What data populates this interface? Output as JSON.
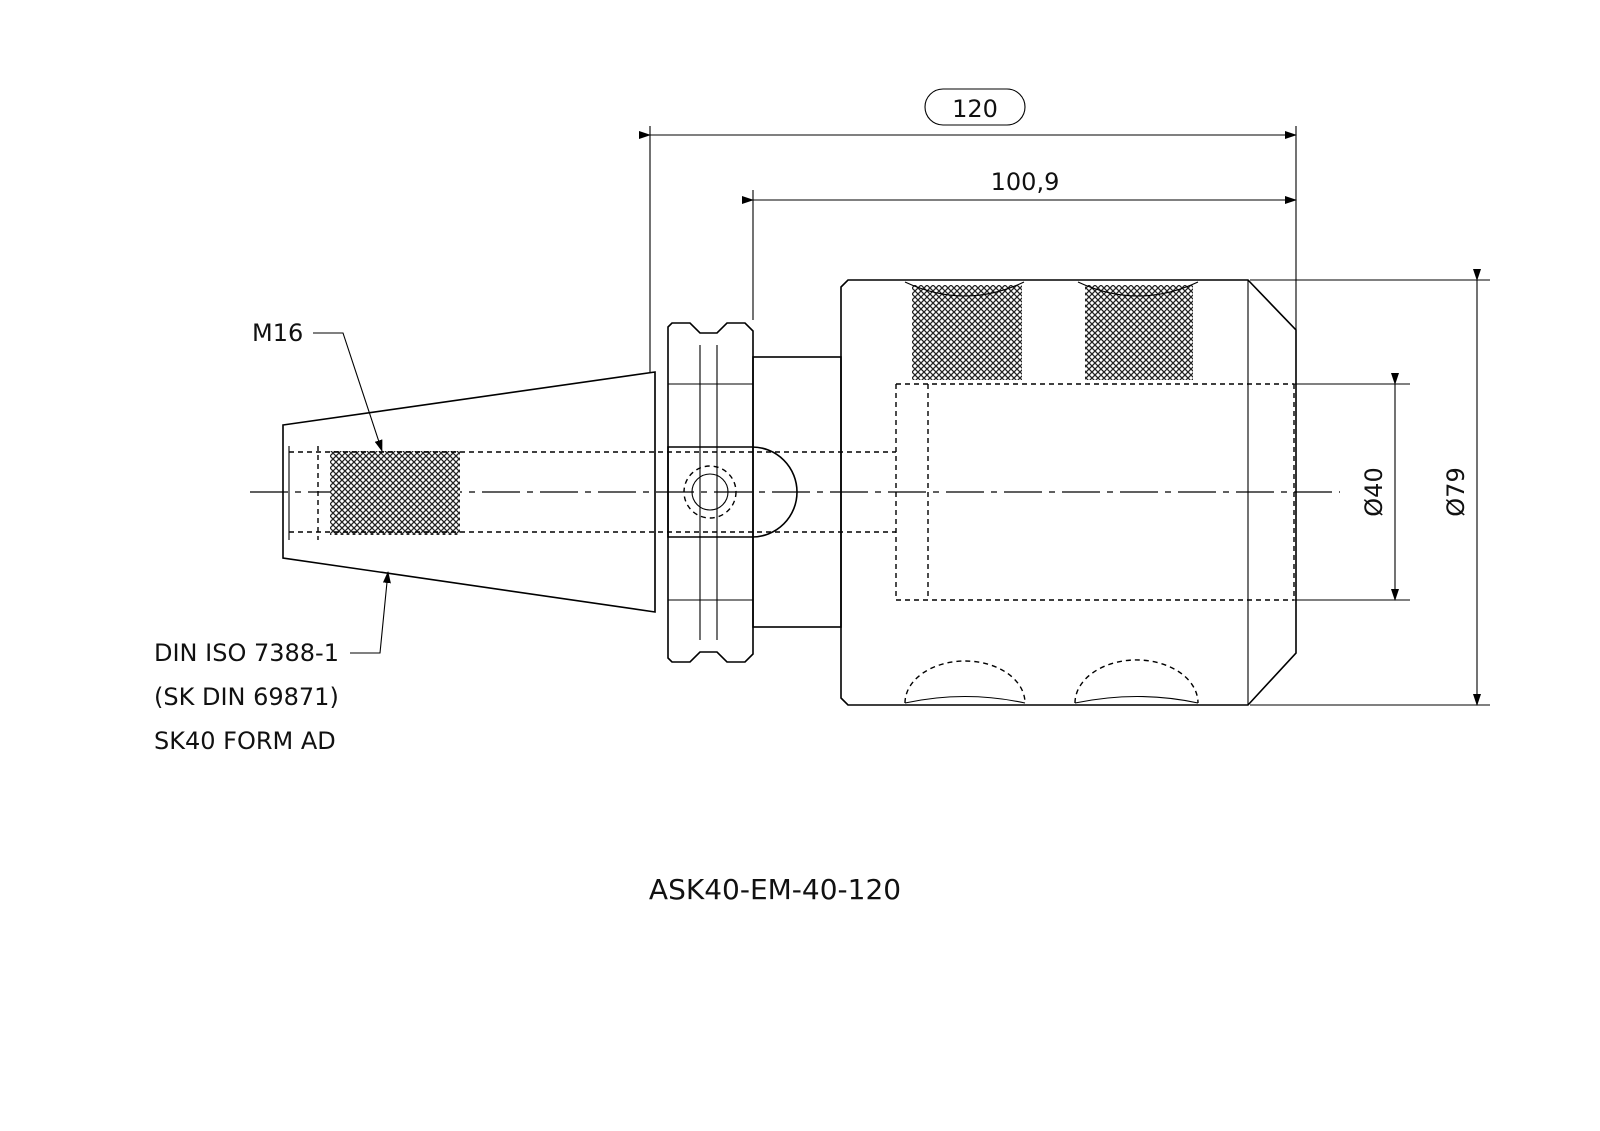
{
  "drawing": {
    "part_number": "ASK40-EM-40-120",
    "dimensions": {
      "overall_length": "120",
      "body_length": "100,9",
      "bore_diameter": "Ø40",
      "outer_diameter": "Ø79"
    },
    "callouts": {
      "thread": "M16",
      "standard_line1": "DIN ISO 7388-1",
      "standard_line2": "(SK DIN 69871)",
      "standard_line3": "SK40 FORM AD"
    }
  }
}
